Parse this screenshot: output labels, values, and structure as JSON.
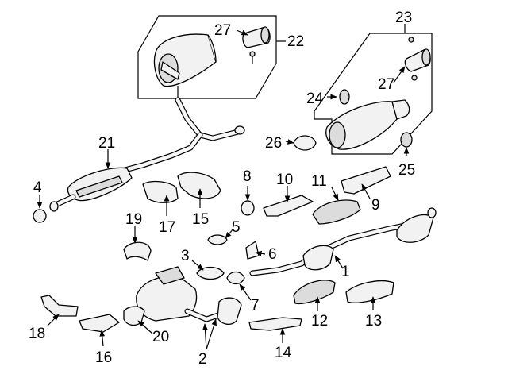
{
  "diagram": {
    "callouts": [
      "1",
      "2",
      "3",
      "4",
      "5",
      "6",
      "7",
      "8",
      "9",
      "10",
      "11",
      "12",
      "13",
      "14",
      "15",
      "16",
      "17",
      "18",
      "19",
      "20",
      "21",
      "22",
      "23",
      "24",
      "25",
      "26",
      "27",
      "27"
    ]
  },
  "colors": {
    "line": "#000000",
    "part_fill": "#f2f2f2",
    "background": "#ffffff"
  }
}
